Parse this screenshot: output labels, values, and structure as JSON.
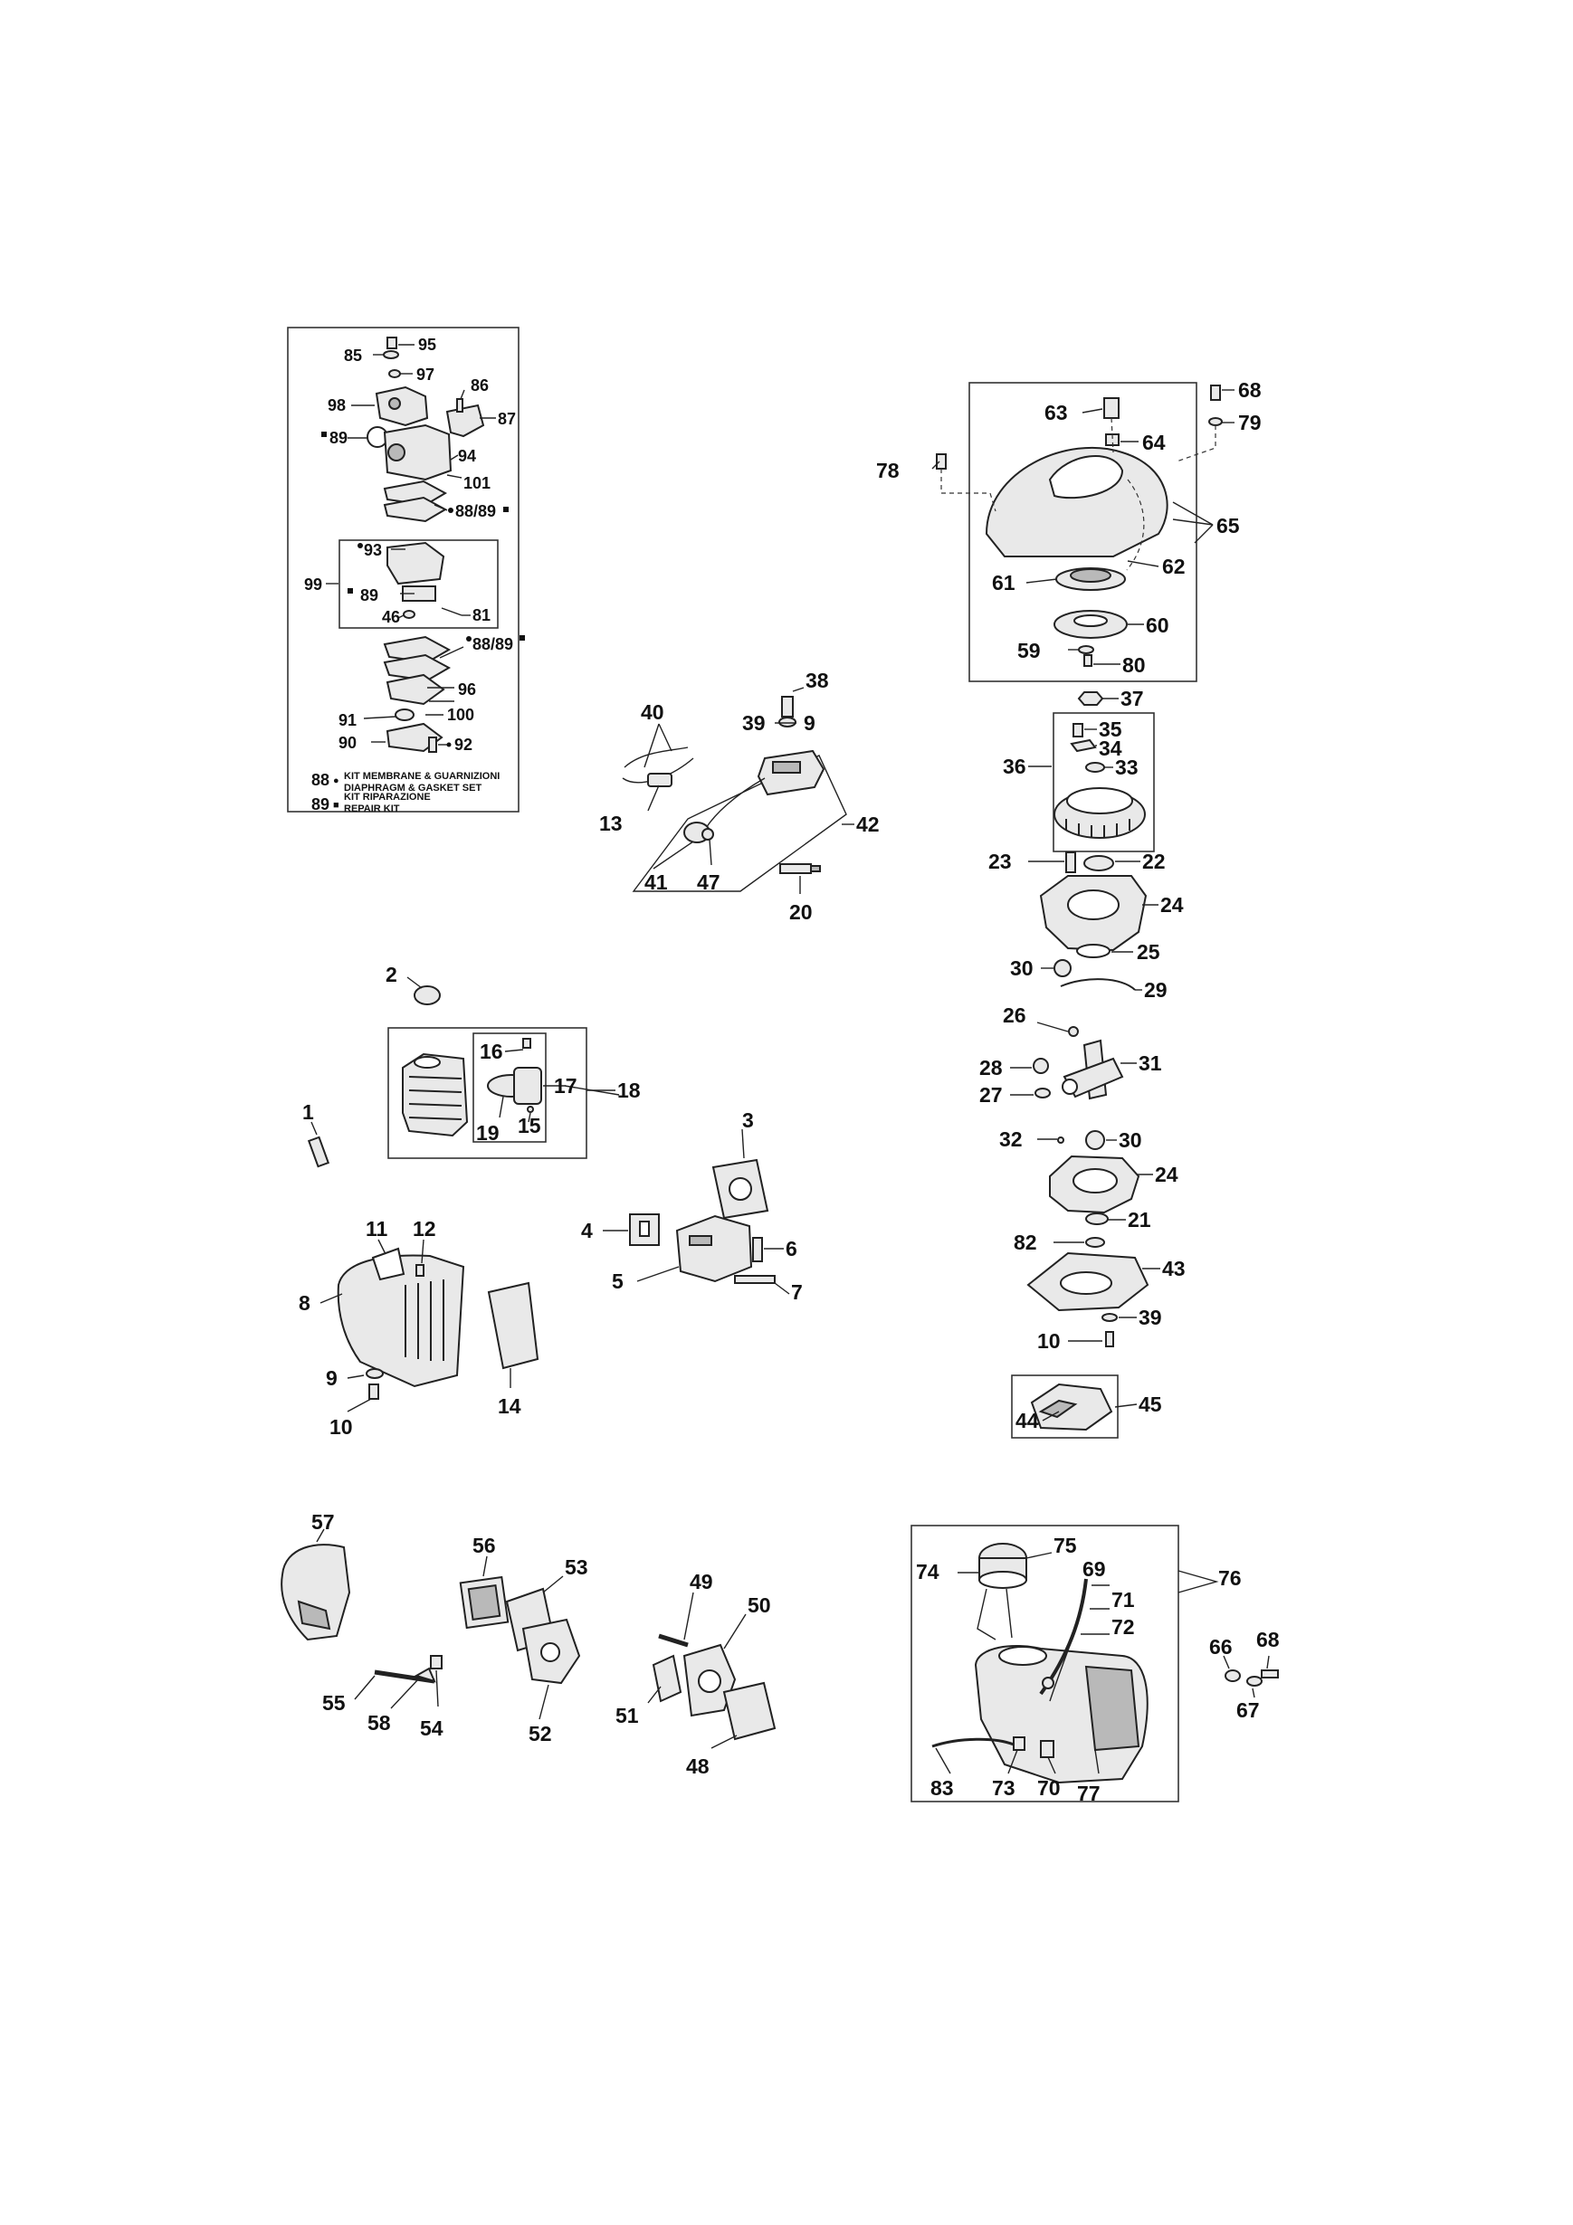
{
  "kit_notes": {
    "n88": {
      "num": "88",
      "symbol": "●",
      "line1": "KIT MEMBRANE & GUARNIZIONI",
      "line2": "DIAPHRAGM & GASKET SET"
    },
    "n89": {
      "num": "89",
      "symbol": "■",
      "line1": "KIT RIPARAZIONE",
      "line2": "REPAIR KIT"
    }
  },
  "labels": {
    "l95": "95",
    "l85": "85",
    "l97": "97",
    "l86": "86",
    "l98": "98",
    "l87": "87",
    "l89a": "89",
    "l94": "94",
    "l101": "101",
    "l8889a": "88/89",
    "l93": "93",
    "l99": "99",
    "l89b": "89",
    "l46": "46",
    "l81": "81",
    "l8889b": "88/89",
    "l96": "96",
    "l91": "91",
    "l100": "100",
    "l90": "90",
    "l92": "92",
    "l40": "40",
    "l38": "38",
    "l39a": "39",
    "l9a": "9",
    "l13": "13",
    "l42": "42",
    "l41": "41",
    "l47": "47",
    "l20": "20",
    "l63": "63",
    "l68a": "68",
    "l79": "79",
    "l64": "64",
    "l78": "78",
    "l65": "65",
    "l62": "62",
    "l61": "61",
    "l60": "60",
    "l59": "59",
    "l80": "80",
    "l37": "37",
    "l35": "35",
    "l34": "34",
    "l36": "36",
    "l33": "33",
    "l23": "23",
    "l22": "22",
    "l24a": "24",
    "l25": "25",
    "l30a": "30",
    "l29": "29",
    "l26": "26",
    "l31": "31",
    "l28": "28",
    "l27": "27",
    "l32": "32",
    "l30b": "30",
    "l24b": "24",
    "l21": "21",
    "l82": "82",
    "l43": "43",
    "l39b": "39",
    "l10a": "10",
    "l45": "45",
    "l44": "44",
    "l2": "2",
    "l16": "16",
    "l17": "17",
    "l18": "18",
    "l15": "15",
    "l19": "19",
    "l1": "1",
    "l3": "3",
    "l4": "4",
    "l6": "6",
    "l5": "5",
    "l7": "7",
    "l11": "11",
    "l12": "12",
    "l8": "8",
    "l9b": "9",
    "l10b": "10",
    "l14": "14",
    "l57": "57",
    "l56": "56",
    "l53": "53",
    "l55": "55",
    "l58": "58",
    "l54": "54",
    "l52": "52",
    "l49": "49",
    "l50": "50",
    "l51": "51",
    "l48": "48",
    "l75": "75",
    "l74": "74",
    "l69": "69",
    "l76": "76",
    "l71": "71",
    "l72": "72",
    "l66": "66",
    "l68b": "68",
    "l67": "67",
    "l83": "83",
    "l73": "73",
    "l70": "70",
    "l77": "77"
  }
}
